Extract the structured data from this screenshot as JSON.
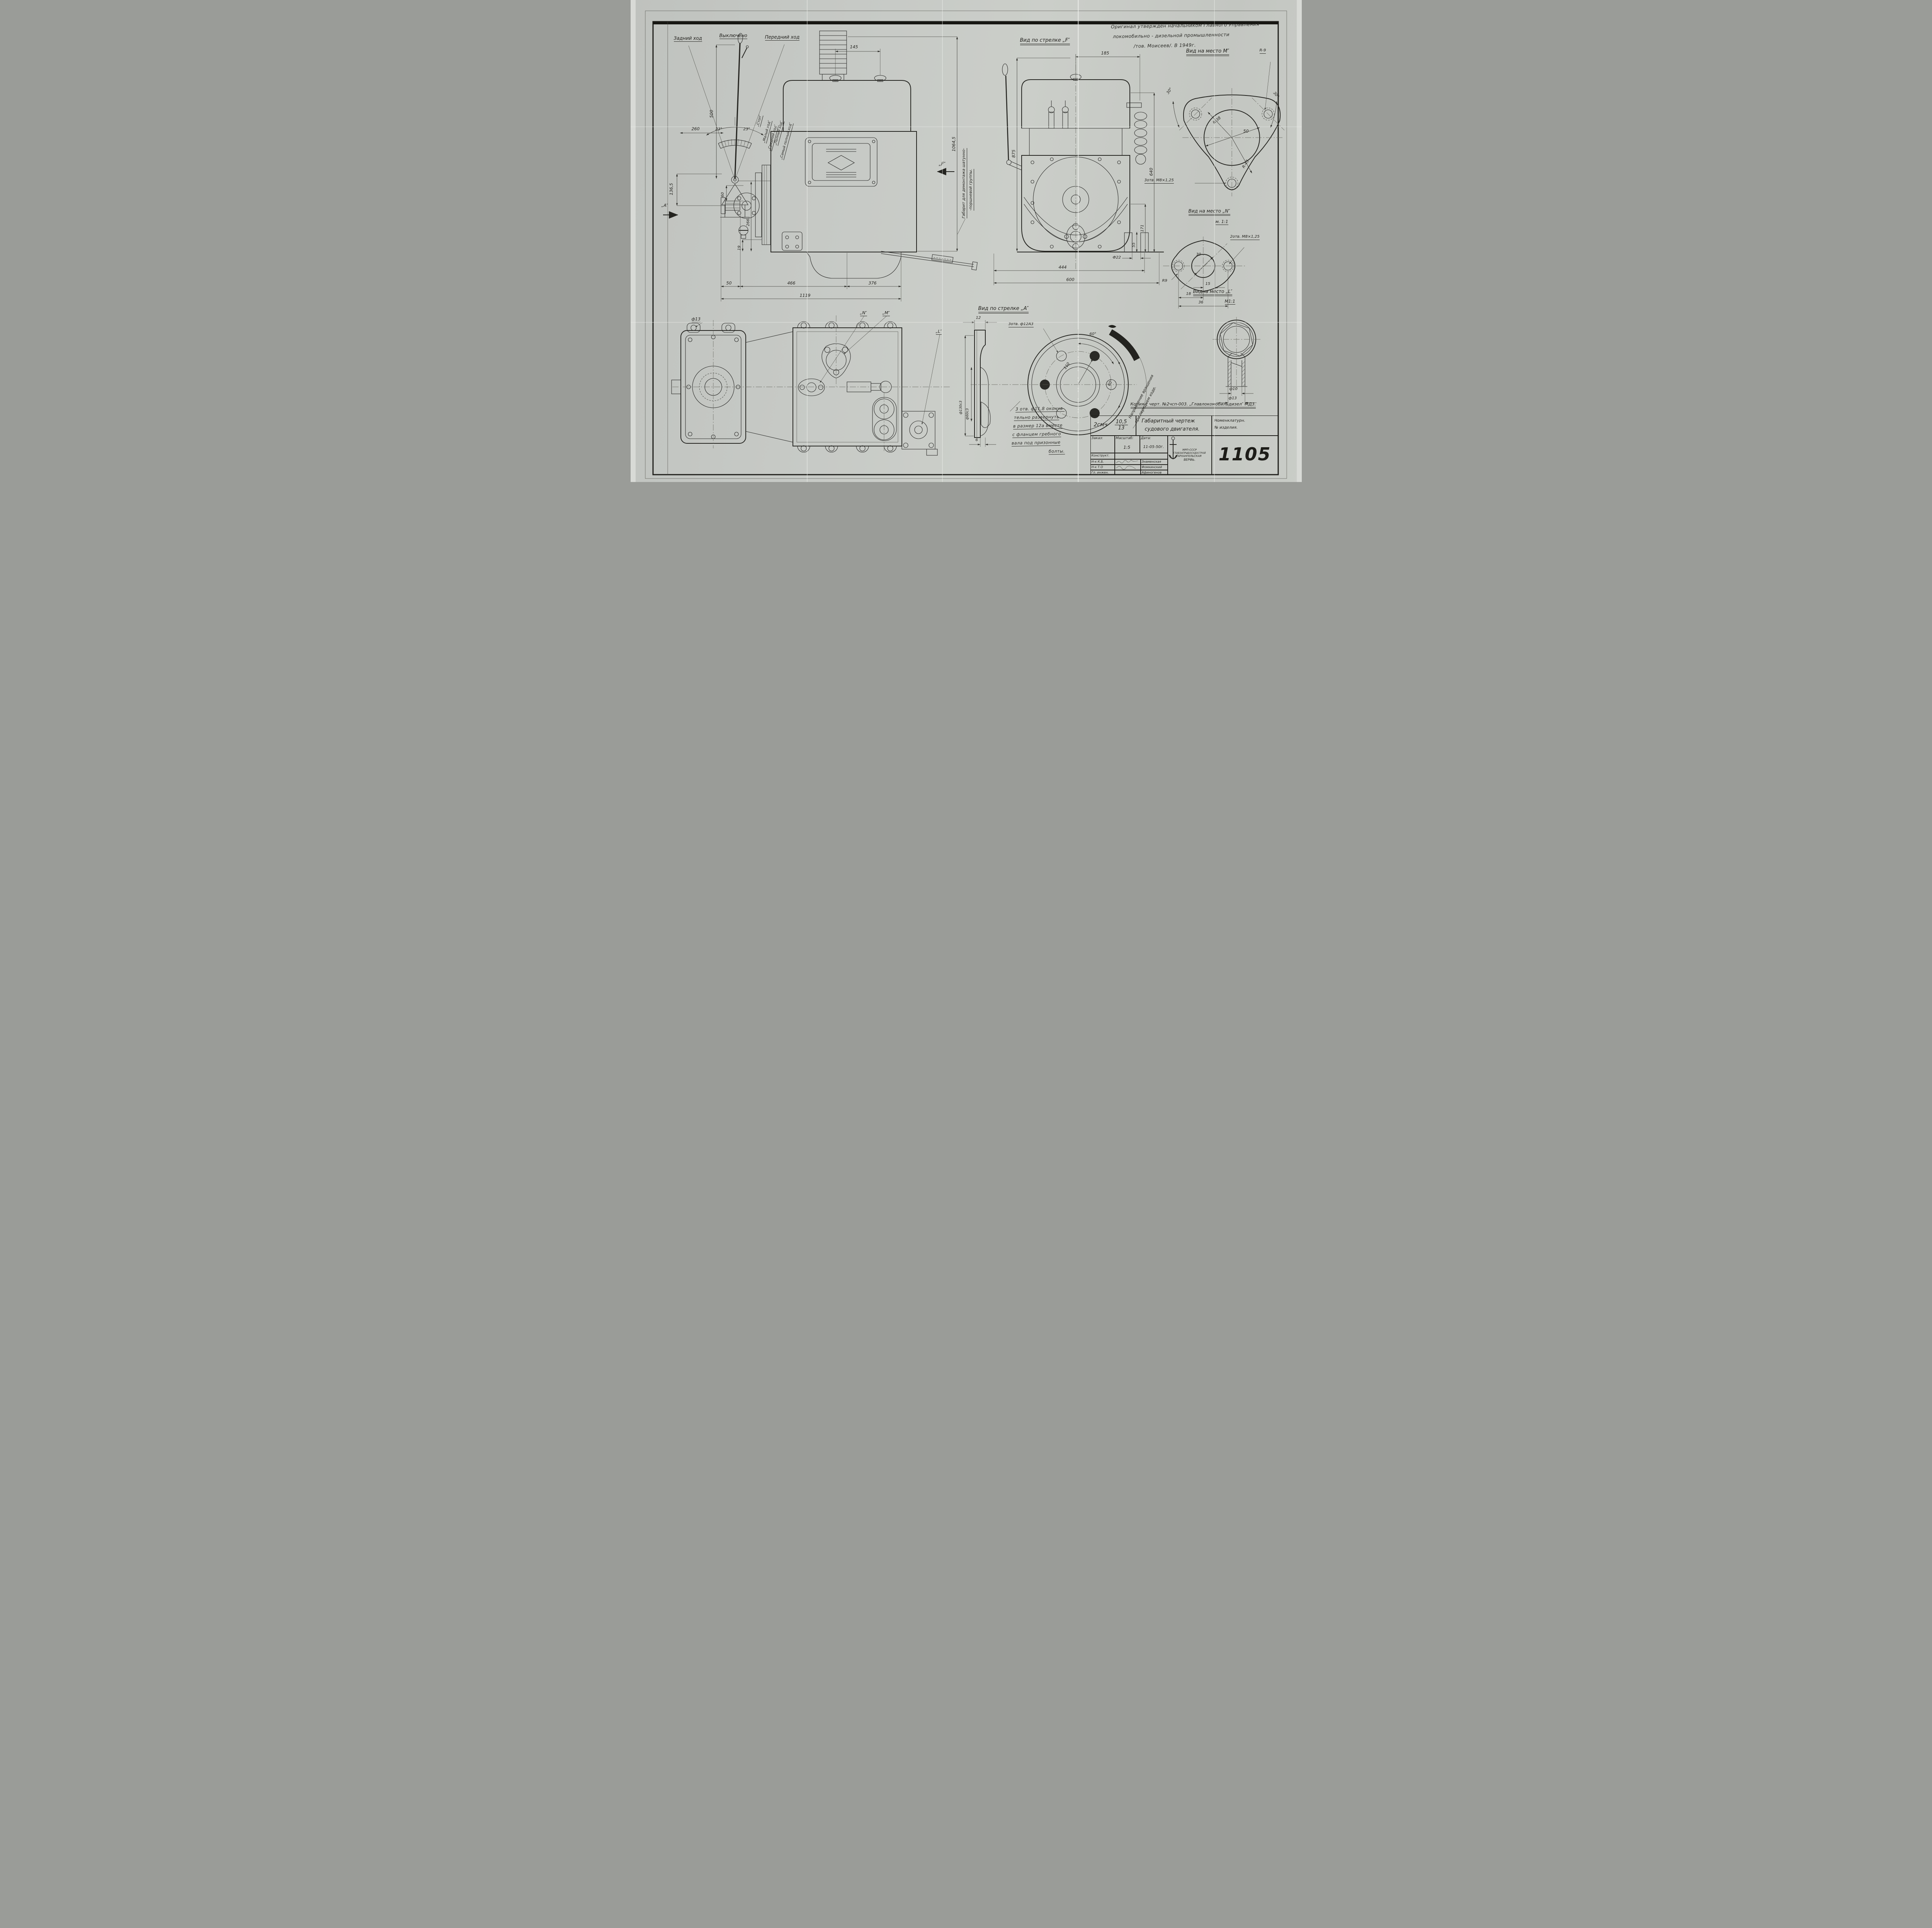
{
  "approval": {
    "line1": "Оригинал  утвержден  начальником  Главного  Управления",
    "line2": "локомобильно - дизельной   промышленности",
    "line3": "/тов. Моисеев/.  В 1949г."
  },
  "main_view": {
    "reverse": "Задний ход",
    "off": "Выключено",
    "forward": "Передний ход",
    "positions": {
      "stop": "„Стоп″",
      "slow": "„Малый ход″",
      "medium": "„Средний ход″",
      "full": "„Полный ход″",
      "very_full": "„Самый полный ход″"
    },
    "section_a_label": "„А″",
    "gabarit_note1": "Габарит для демонтажа шатунно-",
    "gabarit_note2": "-поршневой группы.",
    "dims": {
      "d500": "500",
      "a23l": "23°",
      "a23r": "23°",
      "d260": "260",
      "d145": "145",
      "d60": "60",
      "d266": "266",
      "d19": "19",
      "d136": "136,5",
      "d50": "50",
      "d466": "466",
      "d376": "376",
      "d1119": "1119",
      "d1064": "1064,5",
      "d875": "875"
    }
  },
  "view_f": {
    "title": "Вид по стрелке „F″",
    "arrow_label": "„F″",
    "dims": {
      "d185": "185",
      "d640": "640",
      "d171": "171",
      "d55": "55",
      "d22": "Ф22",
      "d444": "444",
      "d600": "600"
    }
  },
  "view_m": {
    "title": "Вид на место М″",
    "note": "3отв. М8×1,25",
    "dims": {
      "r9": "R-9",
      "r38": "R-38",
      "d50": "50",
      "r43": "R-43",
      "a30l": "30°",
      "a30r": "30°"
    }
  },
  "view_n": {
    "title": "Вид на место „N″",
    "scale": "м. 1:1",
    "note": "2отв. М8×1,25",
    "dims": {
      "d30": "30",
      "d15": "15",
      "d18": "18",
      "d36": "36",
      "r9": "R9"
    }
  },
  "view_l": {
    "title": "Видна место „L″",
    "scale": "М1:1",
    "dims": {
      "d10": "ф10",
      "d13": "ф13"
    }
  },
  "plan_view": {
    "labels": {
      "d13": "ф13",
      "n": "„N″",
      "m": "„М″",
      "l": "„L″"
    }
  },
  "view_a": {
    "title": "Вид по стрелке „А″",
    "note": "3отв. ф12А3",
    "rotation_note1": "Направление вращения",
    "rotation_note2": "при переднем ходе.",
    "dims": {
      "d12": "12",
      "d130": "ф130с3",
      "d60": "ф60с3",
      "d6": "6",
      "d110": "110",
      "a60t": "60°",
      "a60r": "60°"
    }
  },
  "bottom_note": {
    "l1": "3 отв. ф11,8 оконча-",
    "l2": "тельно развернуть",
    "l3": "в размер 12а вместе",
    "l4": "с фланцем гребного",
    "l5": "вала под призонные",
    "l6": "болты."
  },
  "copy_note": "Копия с черт. №2чсп-003. „Главлокомобильдизел″ МД3.",
  "title_block": {
    "code": "2смч",
    "fraction_top": "10,5",
    "fraction_bottom": "13",
    "doc_title1": "Габаритный чертеж",
    "doc_title2": "судового двигателя.",
    "nomenclature1": "Номенклатурн.",
    "nomenclature2": "№ изделия.",
    "order_label": "Заказ:",
    "scale_label": "Масштаб:",
    "scale_value": "1:5",
    "date_label": "Дата:",
    "date_value": "11-05-50г.",
    "row_constructor": "Конструкт.",
    "row_nkb": "Н-к  К.Б.",
    "row_nto": "Н-к  Т.О",
    "row_chief": "Гл. инжен.",
    "name_znamenskaya": "Знаменская",
    "name_fomkinsky": "Фомкинский",
    "name_afinogenov": "Афиногенов",
    "org1": "МРП-СССР",
    "org2": "ГЛАВЗАПРЫБОСУДОСТРОЙ",
    "org3": "АРХАНГЕЛЬСКАЯ",
    "org4": "ВЕРФЬ.",
    "number": "1105"
  }
}
